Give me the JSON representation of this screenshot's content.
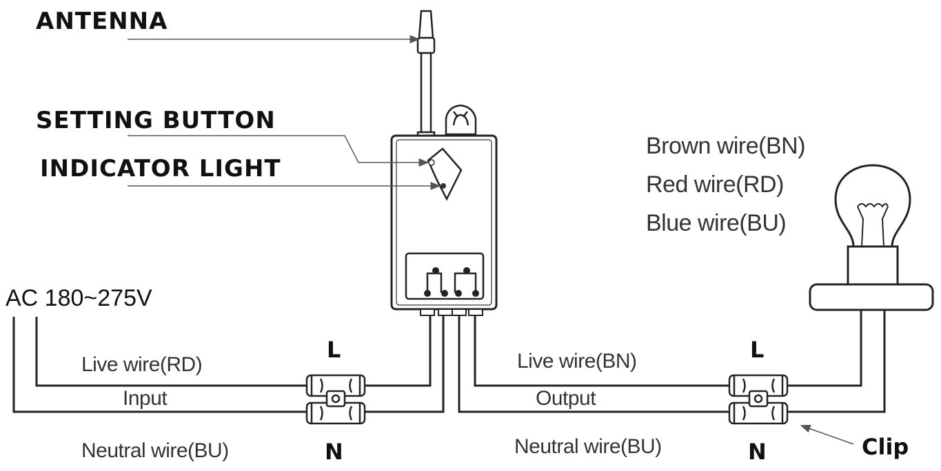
{
  "callouts": {
    "antenna": "ANTENNA",
    "setting_button": "SETTING BUTTON",
    "indicator_light": "INDICATOR LIGHT"
  },
  "legend": {
    "brown": "Brown wire(BN)",
    "red": "Red wire(RD)",
    "blue": "Blue wire(BU)"
  },
  "supply": {
    "voltage": "AC 180~275V"
  },
  "input_side": {
    "live": "Live wire(RD)",
    "label": "Input",
    "neutral": "Neutral wire(BU)",
    "terminal_l": "L",
    "terminal_n": "N"
  },
  "output_side": {
    "live": "Live wire(BN)",
    "label": "Output",
    "neutral": "Neutral wire(BU)",
    "terminal_l": "L",
    "terminal_n": "N",
    "clip": "Clip"
  }
}
